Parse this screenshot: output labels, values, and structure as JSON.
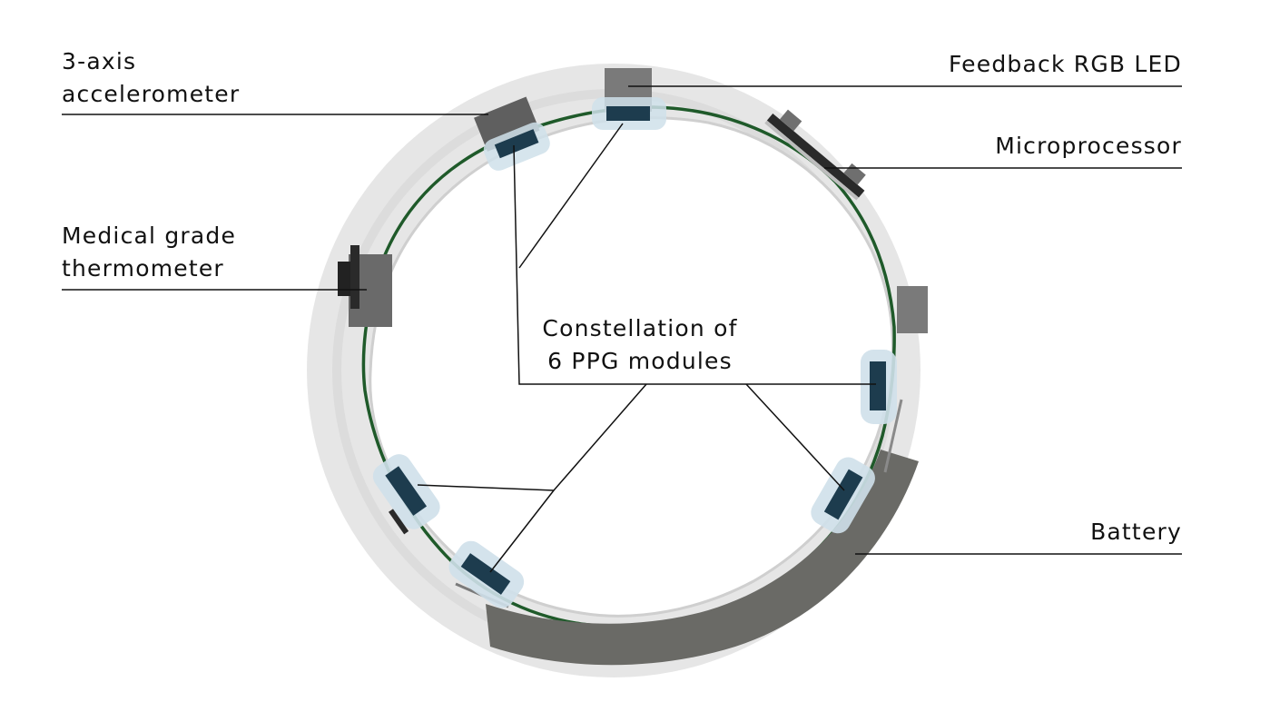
{
  "labels": {
    "accelerometer": [
      "3-axis",
      "accelerometer"
    ],
    "thermometer": [
      "Medical grade",
      "thermometer"
    ],
    "led": "Feedback RGB LED",
    "microprocessor": "Microprocessor",
    "ppg": [
      "Constellation of",
      "6 PPG modules"
    ],
    "battery": "Battery"
  },
  "colors": {
    "ring": "#e6e6e6",
    "ring_inner_edge": "#d2d2d2",
    "pcb_trace": "#1f5a2a",
    "component": "#6f6f6f",
    "ppg_sensor": "#1d3c4e",
    "ppg_housing": "#cfe0ea",
    "battery": "#6a6a66",
    "leader_line": "#111111"
  }
}
